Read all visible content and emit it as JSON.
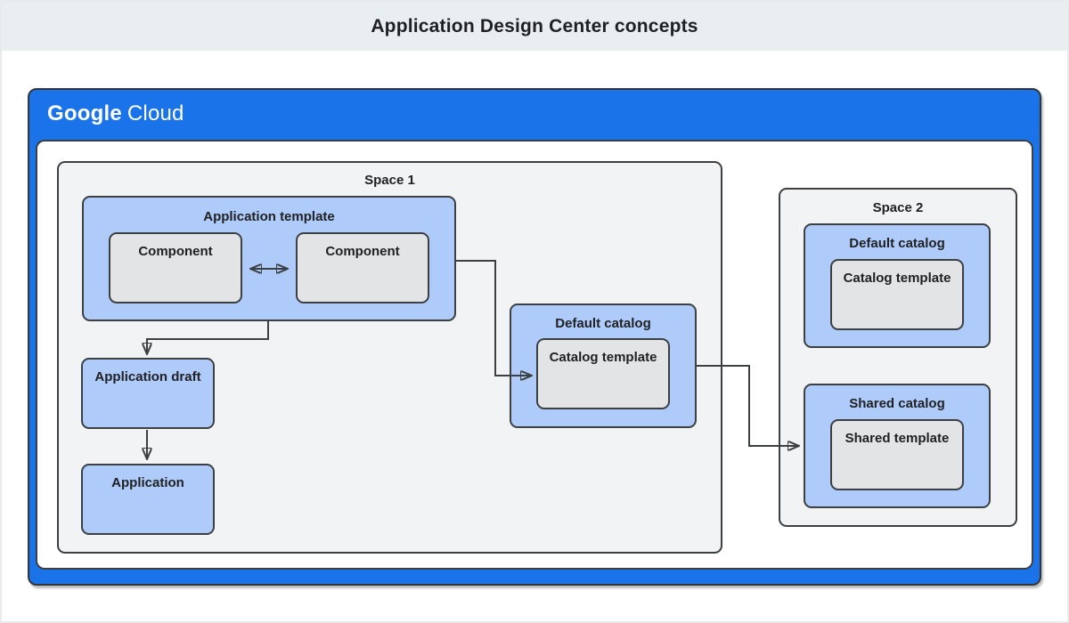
{
  "banner": {
    "title": "Application Design Center concepts"
  },
  "brand": {
    "google": "Google",
    "cloud": "Cloud"
  },
  "colors": {
    "google_blue": "#1a73e8",
    "box_blue": "#aecbfa",
    "box_gray": "#e2e4e6",
    "space_bg": "#f1f3f4",
    "banner_bg": "#e9eef0",
    "line": "#3c4043",
    "text": "#202124"
  },
  "space1": {
    "label": "Space 1",
    "application_template": {
      "label": "Application template",
      "component_left": "Component",
      "component_right": "Component"
    },
    "default_catalog": {
      "label": "Default catalog",
      "template": "Catalog template"
    },
    "application_draft": {
      "label": "Application draft"
    },
    "application": {
      "label": "Application"
    }
  },
  "space2": {
    "label": "Space 2",
    "default_catalog": {
      "label": "Default catalog",
      "template": "Catalog template"
    },
    "shared_catalog": {
      "label": "Shared catalog",
      "template": "Shared template"
    }
  }
}
